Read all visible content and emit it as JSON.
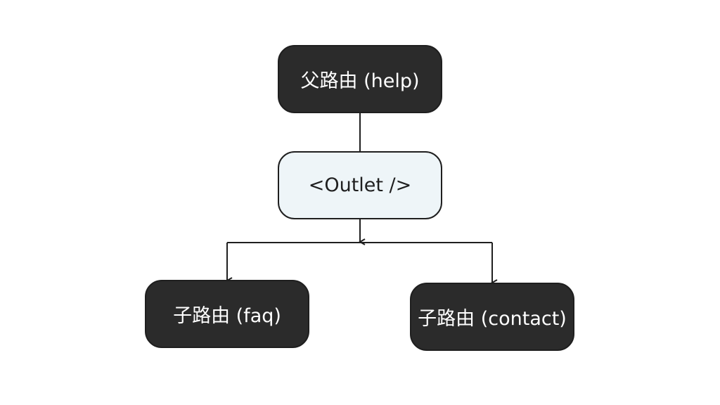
{
  "nodes": {
    "parent": {
      "label": "父路由 (help)"
    },
    "outlet": {
      "label": "<Outlet />"
    },
    "faq": {
      "label": "子路由 (faq)"
    },
    "contact": {
      "label": "子路由 (contact)"
    }
  },
  "colors": {
    "dark_node_fill": "#2b2b2b",
    "light_node_fill": "#eef5f8",
    "stroke": "#1f1f1f",
    "text_on_dark": "#ffffff"
  }
}
